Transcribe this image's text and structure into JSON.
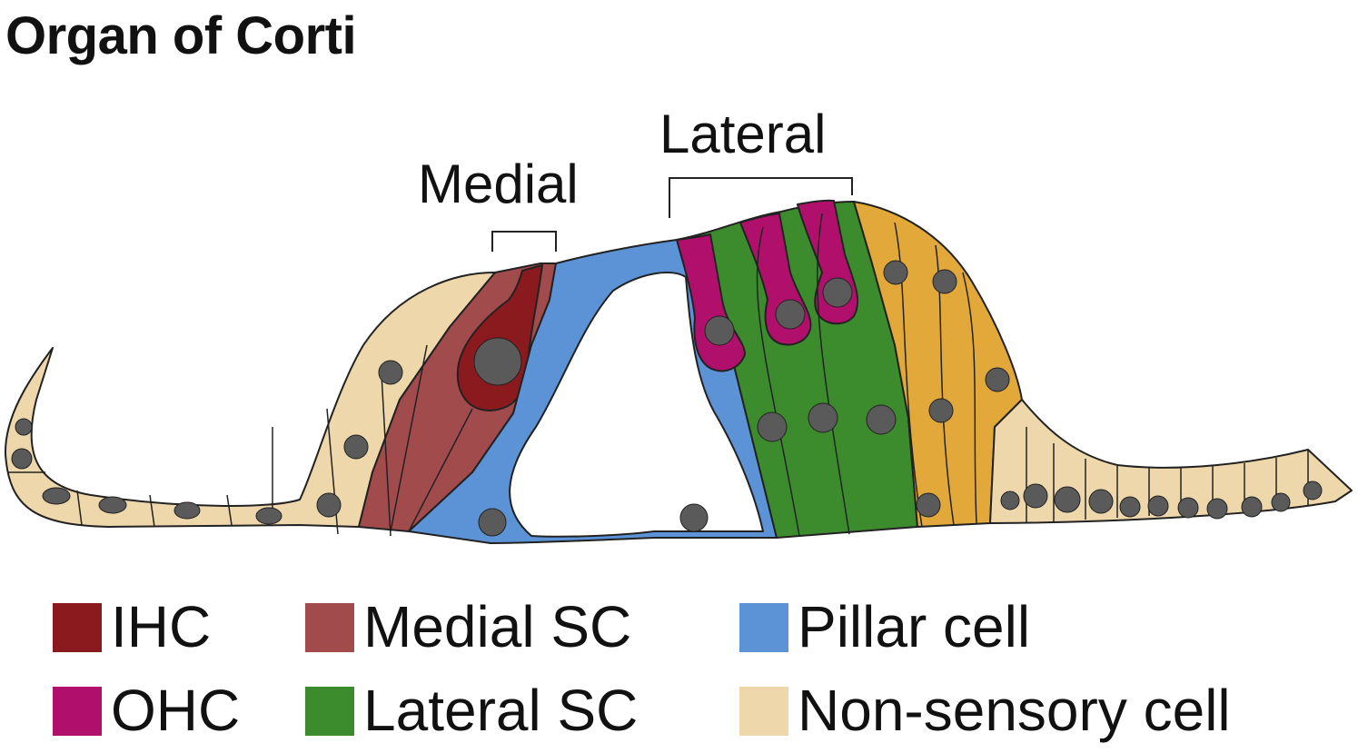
{
  "title": "Organ of Corti",
  "regions": {
    "medial": "Medial",
    "lateral": "Lateral"
  },
  "legend": [
    {
      "label": "IHC",
      "color": "#8b1a1f"
    },
    {
      "label": "Medial SC",
      "color": "#a24b4d"
    },
    {
      "label": "Pillar cell",
      "color": "#5b93d6"
    },
    {
      "label": "OHC",
      "color": "#b0106b"
    },
    {
      "label": "Lateral SC",
      "color": "#3c8c2e"
    },
    {
      "label": "Non-sensory cell",
      "color": "#efd7ac"
    }
  ],
  "colors": {
    "ihc": "#8b1a1f",
    "medial_sc": "#a24b4d",
    "pillar": "#5b93d6",
    "ohc": "#b0106b",
    "lateral_sc": "#3c8c2e",
    "non_sensory": "#efd7ac",
    "hensen": "#e2a93a",
    "nucleus": "#5a5a5a",
    "outline": "#222222"
  }
}
